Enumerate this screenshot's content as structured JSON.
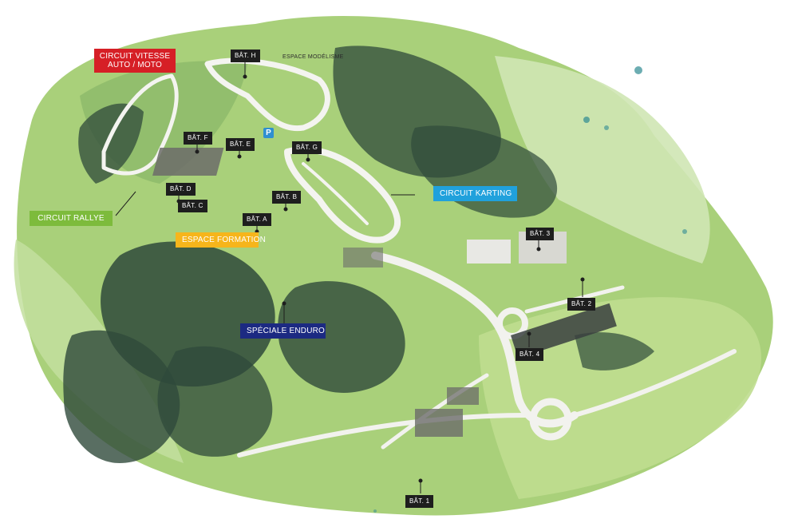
{
  "colors": {
    "circuit_vitesse": "#d61f26",
    "circuit_rallye": "#7dbb3c",
    "espace_formation": "#f6b51b",
    "circuit_karting": "#20a1dc",
    "speciale_enduro": "#1c2a82",
    "building_label": "#1e1e1e",
    "forest": "#2f4a3b",
    "grass": "#a9d07a",
    "road": "#f2f2ee"
  },
  "zones": {
    "circuit_vitesse_line1": "CIRCUIT VITESSE",
    "circuit_vitesse_line2": "AUTO / MOTO",
    "circuit_rallye": "CIRCUIT RALLYE",
    "espace_formation": "ESPACE FORMATION",
    "circuit_karting": "CIRCUIT KARTING",
    "speciale_enduro": "SPÉCIALE ENDURO",
    "espace_modelisme": "ESPACE MODÉLISME"
  },
  "buildings": {
    "bat_h": "BÂT. H",
    "bat_f": "BÂT. F",
    "bat_e": "BÂT. E",
    "bat_g": "BÂT. G",
    "bat_d": "BÂT. D",
    "bat_c": "BÂT. C",
    "bat_b": "BÂT. B",
    "bat_a": "BÂT. A",
    "bat_3": "BÂT. 3",
    "bat_2": "BÂT. 2",
    "bat_4": "BÂT. 4",
    "bat_1": "BÂT. 1"
  },
  "parking": {
    "icon": "parking-icon",
    "letter": "P"
  }
}
